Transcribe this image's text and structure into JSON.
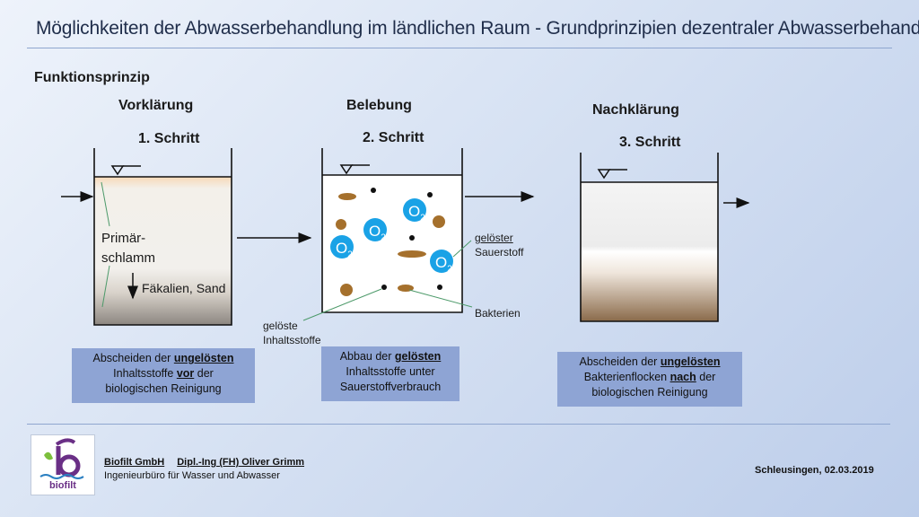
{
  "title": "Möglichkeiten der Abwasserbehandlung im ländlichen Raum -  Grundprinzipien dezentraler Abwasserbehandlung",
  "section": "Funktionsprinzip",
  "stages": [
    {
      "name": "Vorklärung",
      "step": "1. Schritt"
    },
    {
      "name": "Belebung",
      "step": "2. Schritt"
    },
    {
      "name": "Nachklärung",
      "step": "3. Schritt"
    }
  ],
  "tank1": {
    "sludge_label_1": "Primär-",
    "sludge_label_2": "schlamm",
    "settle_label": "Fäkalien, Sand"
  },
  "tank2": {
    "oxygen": "O",
    "oxygen_sub": "2",
    "dissolved_oxygen_1": "gelöster",
    "dissolved_oxygen_2": "Sauerstoff",
    "bacteria": "Bakterien",
    "dissolved_substances_1": "gelöste",
    "dissolved_substances_2": "Inhaltsstoffe"
  },
  "descriptions": [
    {
      "pre": "Abscheiden der ",
      "em": "ungelösten",
      "line2a": "Inhaltsstoffe ",
      "em2": "vor",
      "line2b": " der",
      "line3": "biologischen Reinigung"
    },
    {
      "pre": "Abbau der ",
      "em": "gelösten",
      "line2a": "Inhaltsstoffe unter",
      "em2": "",
      "line2b": "",
      "line3": "Sauerstoffverbrauch"
    },
    {
      "pre": "Abscheiden der ",
      "em": "ungelösten",
      "line2a": "Bakterienflocken ",
      "em2": "nach",
      "line2b": " der",
      "line3": "biologischen Reinigung"
    }
  ],
  "footer": {
    "company": "Biofilt GmbH",
    "person": "Dipl.-Ing (FH) Oliver Grimm",
    "subtitle": "Ingenieurbüro für Wasser und Abwasser",
    "place_date": "Schleusingen, 02.03.2019",
    "logo_text": "biofilt"
  },
  "colors": {
    "accent_line": "#8fa6cf",
    "desc_box": "#8ea4d4",
    "sludge": "#8a6a4a",
    "bacteria": "#a5702c"
  }
}
